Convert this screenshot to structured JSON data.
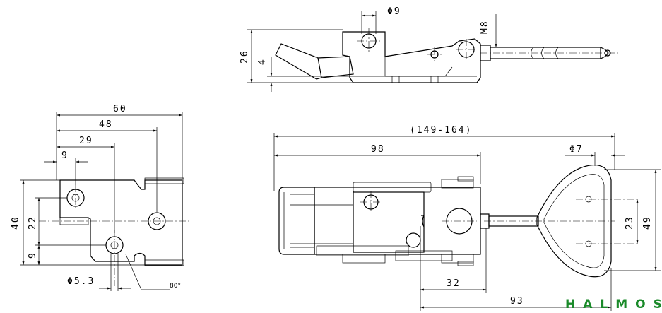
{
  "top_view": {
    "dia_9": "Φ9",
    "thread": "M8",
    "height_26": "26",
    "offset_4": "4"
  },
  "left_view": {
    "w60": "60",
    "w48": "48",
    "w29": "29",
    "w9": "9",
    "h40": "40",
    "h22": "22",
    "h9": "9",
    "hole": "Φ5.3",
    "angle": "80°"
  },
  "main_view": {
    "range": "(149-164)",
    "d98": "98",
    "dia_7": "Φ7",
    "d23": "23",
    "d49": "49",
    "d32": "32",
    "d93": "93"
  },
  "brand": "HALMOS"
}
